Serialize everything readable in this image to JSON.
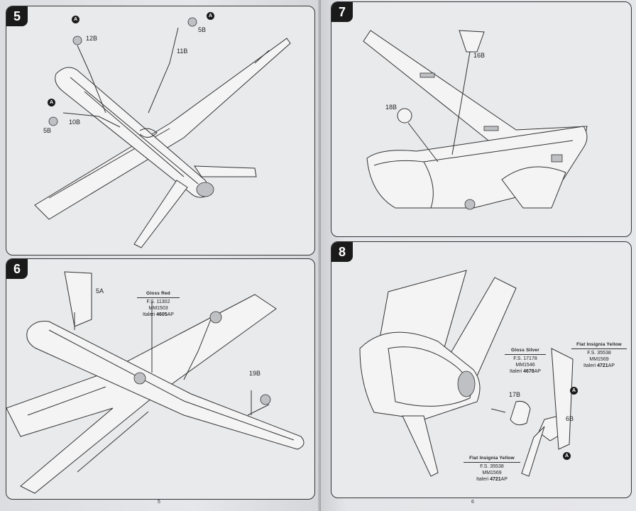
{
  "steps": [
    {
      "number": "5"
    },
    {
      "number": "6"
    },
    {
      "number": "7"
    },
    {
      "number": "8"
    }
  ],
  "step5": {
    "callout_a1": "A",
    "callout_a2": "A",
    "callout_a3": "A",
    "part_12b": "12B",
    "part_5b_top": "5B",
    "part_11b": "11B",
    "part_10b": "10B",
    "part_5b_left": "5B"
  },
  "step6": {
    "part_5a": "5A",
    "part_19b": "19B",
    "paint": {
      "title": "Gloss Red",
      "fs": "F.S. 11302",
      "mm": "MM1503",
      "italeri_prefix": "Italeri ",
      "italeri_num": "4605",
      "italeri_suffix": "AP"
    }
  },
  "step7": {
    "part_16b": "16B",
    "part_18b": "18B"
  },
  "step8": {
    "part_17b": "17B",
    "part_6b": "6B",
    "callout_a1": "A",
    "callout_a2": "A",
    "paint_silver": {
      "title": "Gloss Silver",
      "fs": "F.S. 17178",
      "mm": "MM1546",
      "italeri_prefix": "Italeri ",
      "italeri_num": "4678",
      "italeri_suffix": "AP"
    },
    "paint_yellow_top": {
      "title": "Flat Insignia Yellow",
      "fs": "F.S. 35538",
      "mm": "MM1569",
      "italeri_prefix": "Italeri ",
      "italeri_num": "4721",
      "italeri_suffix": "AP"
    },
    "paint_yellow_bottom": {
      "title": "Flat Insignia Yellow",
      "fs": "F.S. 35538",
      "mm": "MM1569",
      "italeri_prefix": "Italeri ",
      "italeri_num": "4721",
      "italeri_suffix": "AP"
    }
  },
  "page_numbers": {
    "left": "5",
    "right": "6"
  }
}
